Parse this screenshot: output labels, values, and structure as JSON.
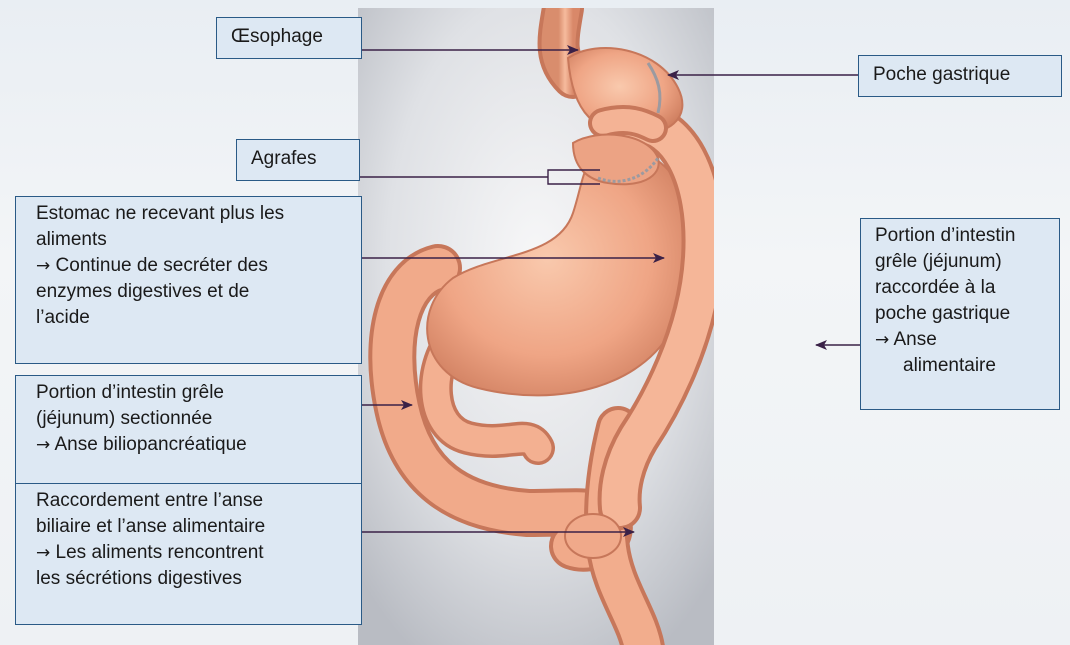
{
  "labels": {
    "oesophage": "Œsophage",
    "poche_gastrique": "Poche gastrique",
    "agrafes": "Agrafes",
    "estomac": {
      "line1": "Estomac ne recevant plus les",
      "line2": "aliments",
      "arrow": "→",
      "line3": "Continue de secréter des",
      "line4": "enzymes digestives et de",
      "line5": "l’acide"
    },
    "anse_bilio": {
      "line1": "Portion d’intestin grêle",
      "line2": "(jéjunum) sectionnée",
      "arrow": "→",
      "line3": "Anse biliopancréatique"
    },
    "raccordement": {
      "line1": "Raccordement entre l’anse",
      "line2": "biliaire et l’anse alimentaire",
      "arrow": "→",
      "line3": "Les aliments rencontrent",
      "line4": "les sécrétions digestives"
    },
    "anse_alimentaire": {
      "line1": "Portion d’intestin",
      "line2": "grêle (jéjunum)",
      "line3": "raccordée à la",
      "line4": "poche gastrique",
      "arrow": "→",
      "line5": "Anse",
      "line6": "alimentaire"
    }
  },
  "colors": {
    "box_fill": "#dde8f3",
    "box_border": "#2a5a86",
    "arrow": "#3a2147",
    "organ": "#f0a98a",
    "organ_dark": "#c7775a",
    "background": "#eef1f4"
  }
}
